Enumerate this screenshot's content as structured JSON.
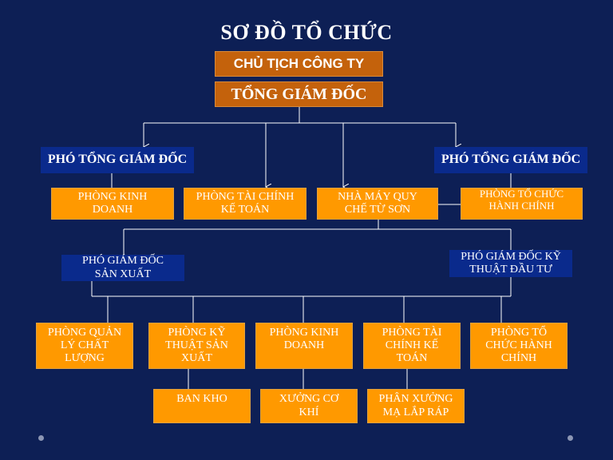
{
  "title": "SƠ ĐỒ TỔ CHỨC",
  "chairman": "CHỦ TỊCH CÔNG TY",
  "ceo": "TỔNG GIÁM ĐỐC",
  "deputy_ceo_left": "PHÓ TỔNG GIÁM ĐỐC",
  "deputy_ceo_right": "PHÓ TỔNG GIÁM ĐỐC",
  "level2": {
    "business": "PHÒNG KINH DOANH",
    "finance": "PHÒNG TÀI CHÍNH KẾ TOÁN",
    "factory": "NHÀ MÁY QUY CHẾ TỪ SƠN",
    "admin": "PHÒNG TỔ CHỨC HÀNH CHÍNH"
  },
  "deputy_production": "PHÓ GIÁM ĐỐC SẢN XUẤT",
  "deputy_technical": "PHÓ GIÁM ĐỐC KỸ THUẬT ĐẦU TƯ",
  "level3": {
    "quality": "PHÒNG QUẢN LÝ CHẤT LƯỢNG",
    "production_tech": "PHÒNG KỸ THUẬT SẢN XUẤT",
    "business": "PHÒNG KINH DOANH",
    "finance": "PHÒNG TÀI CHÍNH KẾ TOÁN",
    "admin": "PHÒNG TỔ CHỨC HÀNH CHÍNH"
  },
  "level4": {
    "warehouse": "BAN KHO",
    "mechanical": "XƯỞNG CƠ KHÍ",
    "plating": "PHÂN XƯỞNG MẠ LẮP RÁP"
  }
}
